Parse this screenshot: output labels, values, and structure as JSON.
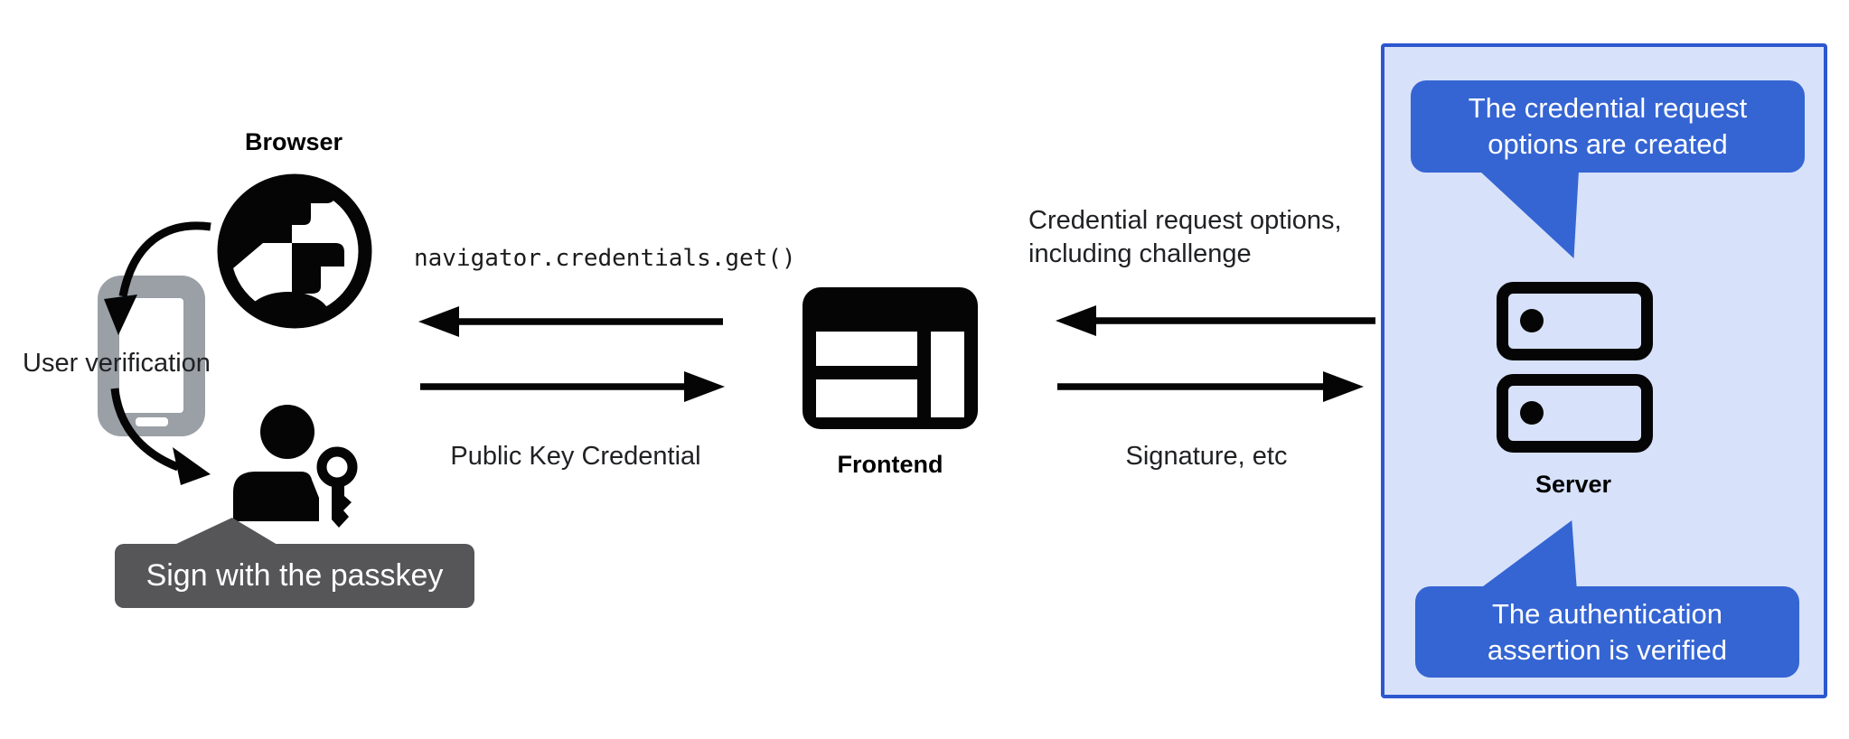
{
  "colors": {
    "accent_blue": "#3565d3",
    "panel_fill": "#d7e1f9",
    "panel_border": "#2c57ce",
    "tooltip_gray": "#565659",
    "phone_gray": "#9aa0a6",
    "text": "#202124",
    "icon_black": "#050505",
    "white": "#ffffff"
  },
  "left": {
    "browser_label": "Browser",
    "user_verification_label": "User verification",
    "passkey_tooltip": "Sign with the passkey"
  },
  "middle": {
    "api_call_label": "navigator.credentials.get()",
    "public_key_label": "Public Key Credential",
    "frontend_label": "Frontend"
  },
  "right": {
    "request_options_line1": "Credential request options,",
    "request_options_line2": "including challenge",
    "signature_label": "Signature, etc",
    "server_label": "Server"
  },
  "server_panel": {
    "top_bubble_line1": "The credential request",
    "top_bubble_line2": "options are created",
    "bottom_bubble_line1": "The authentication",
    "bottom_bubble_line2": "assertion is verified"
  }
}
